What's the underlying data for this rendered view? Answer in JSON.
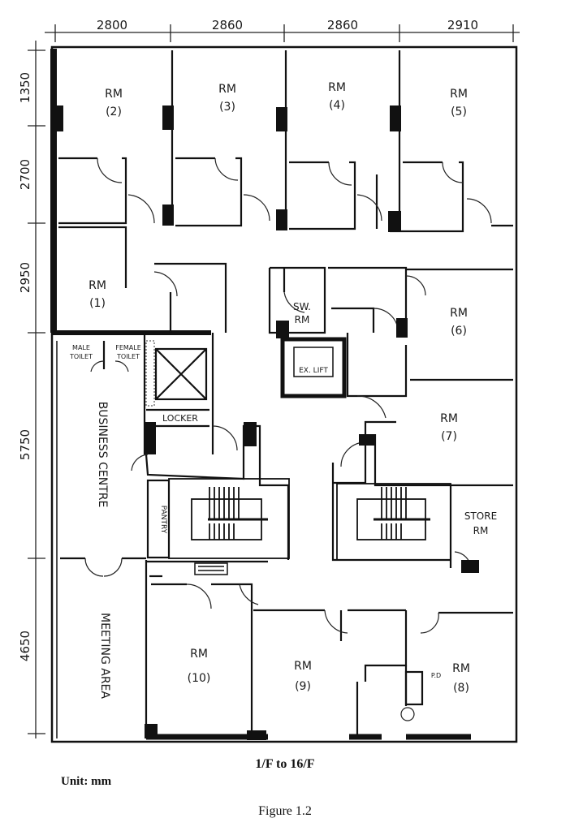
{
  "dimensions": {
    "top": [
      "2800",
      "2860",
      "2860",
      "2910"
    ],
    "left": [
      "1350",
      "2700",
      "2950",
      "5750",
      "4650"
    ]
  },
  "rooms": {
    "rm2": {
      "name": "RM",
      "num": "(2)"
    },
    "rm3": {
      "name": "RM",
      "num": "(3)"
    },
    "rm4": {
      "name": "RM",
      "num": "(4)"
    },
    "rm5": {
      "name": "RM",
      "num": "(5)"
    },
    "rm1": {
      "name": "RM",
      "num": "(1)"
    },
    "rm6": {
      "name": "RM",
      "num": "(6)"
    },
    "rm7": {
      "name": "RM",
      "num": "(7)"
    },
    "rm8": {
      "name": "RM",
      "num": "(8)"
    },
    "rm9": {
      "name": "RM",
      "num": "(9)"
    },
    "rm10": {
      "name": "RM",
      "num": "(10)"
    },
    "sw_rm": {
      "line1": "SW.",
      "line2": "RM"
    },
    "store_rm": {
      "line1": "STORE",
      "line2": "RM"
    },
    "ex_lift": "EX. LIFT",
    "male_toilet": {
      "line1": "MALE",
      "line2": "TOILET"
    },
    "female_toilet": {
      "line1": "FEMALE",
      "line2": "TOILET"
    },
    "locker": "LOCKER",
    "pantry": "PANTRY",
    "business_centre": "BUSINESS CENTRE",
    "meeting_area": "MEETING AREA",
    "pd": "P.D"
  },
  "captions": {
    "floors": "1/F to 16/F",
    "unit": "Unit: mm",
    "figure": "Figure 1.2"
  }
}
